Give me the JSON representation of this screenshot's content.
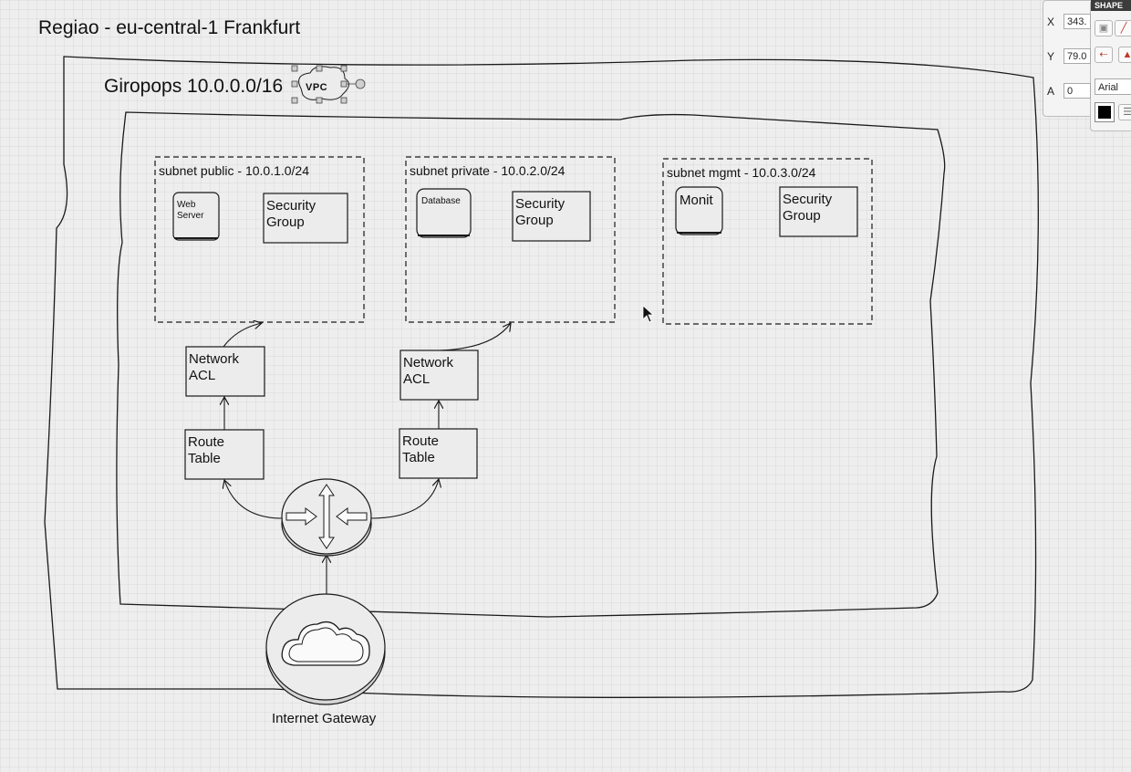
{
  "diagram": {
    "region_title": "Regiao - eu-central-1 Frankfurt",
    "vpc_title": "Giropops 10.0.0.0/16",
    "vpc_tag": "VPC",
    "subnets": [
      {
        "label": "subnet public - 10.0.1.0/24",
        "server": "Web Server",
        "security_group": "Security Group"
      },
      {
        "label": "subnet private - 10.0.2.0/24",
        "server": "Database",
        "security_group": "Security Group"
      },
      {
        "label": "subnet mgmt - 10.0.3.0/24",
        "server": "Monit",
        "security_group": "Security Group"
      }
    ],
    "network_acl_labels": [
      "Network ACL",
      "Network ACL"
    ],
    "route_table_labels": [
      "Route Table",
      "Route Table"
    ],
    "router_icon": "router-icon",
    "gateway_icon": "cloud-icon",
    "gateway_label": "Internet Gateway"
  },
  "shape_panel": {
    "header": "SHAPE",
    "x_label": "X",
    "x_value": "343.",
    "y_label": "Y",
    "y_value": "79.0",
    "a_label": "A",
    "a_value": "0",
    "font": "Arial",
    "stroke_color": "#000000"
  },
  "colors": {
    "line": "#1a1a1a",
    "background": "#eeeeee",
    "shape_fill": "#e9e9e9"
  }
}
